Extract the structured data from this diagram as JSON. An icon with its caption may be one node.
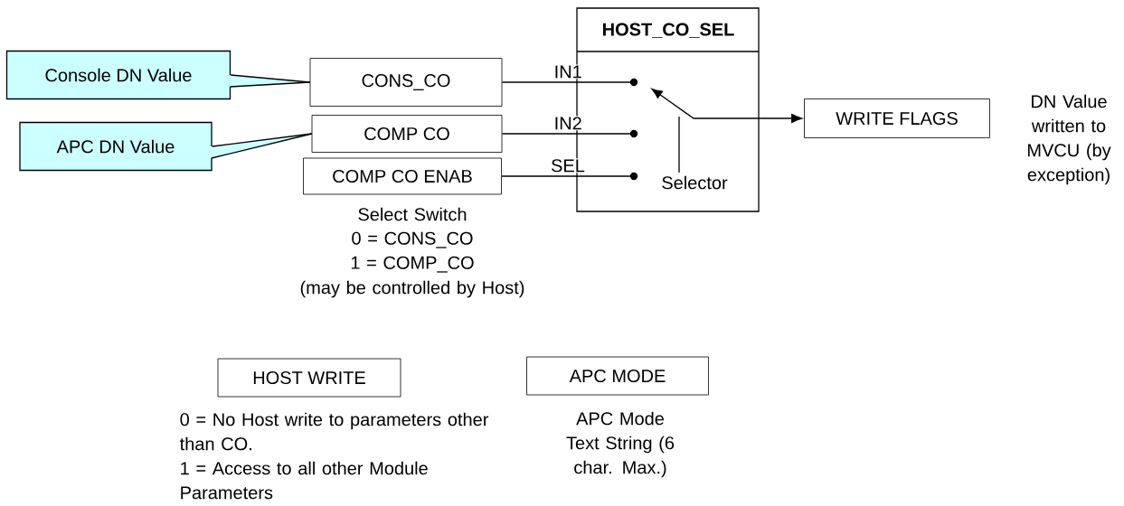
{
  "diagram": {
    "nodes": [
      {
        "text": [
          "Console DN Value"
        ]
      },
      {
        "text": [
          "APC DN Value"
        ]
      },
      {
        "text": [
          "CONS_CO"
        ]
      },
      {
        "text": [
          "COMP CO"
        ]
      },
      {
        "text": [
          "COMP CO ENAB"
        ],
        "beside": [
          "Select Switch",
          "0 = CONS_CO",
          "1 = COMP_CO",
          "(may be controlled by Host)"
        ]
      },
      {
        "text": [
          "HOST_CO_SEL"
        ]
      },
      {
        "text": [],
        "shape": "circle",
        "in": 5
      },
      {
        "text": [],
        "shape": "circle",
        "in": 5
      },
      {
        "text": [],
        "shape": "circle",
        "in": 5
      },
      {
        "text": [
          "Selector"
        ],
        "in": 5
      },
      {
        "text": [
          "WRITE FLAGS"
        ],
        "beside": [
          "DN Value written to MVCU (by exception)"
        ]
      },
      {
        "text": [
          "HOST WRITE"
        ],
        "beside": [
          "0 = No Host write to parameters other than CO.",
          "1 = Access to all other Module Parameters"
        ]
      },
      {
        "text": [
          "APC MODE"
        ],
        "beside": [
          "APC Mode Text String (6 char. Max.)"
        ]
      }
    ],
    "edges": [
      {
        "from": 0,
        "to": 2,
        "arrow": "none"
      },
      {
        "from": 1,
        "to": 3,
        "arrow": "none"
      },
      {
        "from": 2,
        "to": 6,
        "arrow": "none",
        "label": "IN1"
      },
      {
        "from": 3,
        "to": 7,
        "arrow": "none",
        "label": "IN2"
      },
      {
        "from": 4,
        "to": 8,
        "arrow": "none",
        "label": "SEL"
      },
      {
        "from": 6,
        "to": 10,
        "arrow": "both"
      },
      {
        "from": 9,
        "to": null,
        "arrow": "none"
      }
    ]
  }
}
